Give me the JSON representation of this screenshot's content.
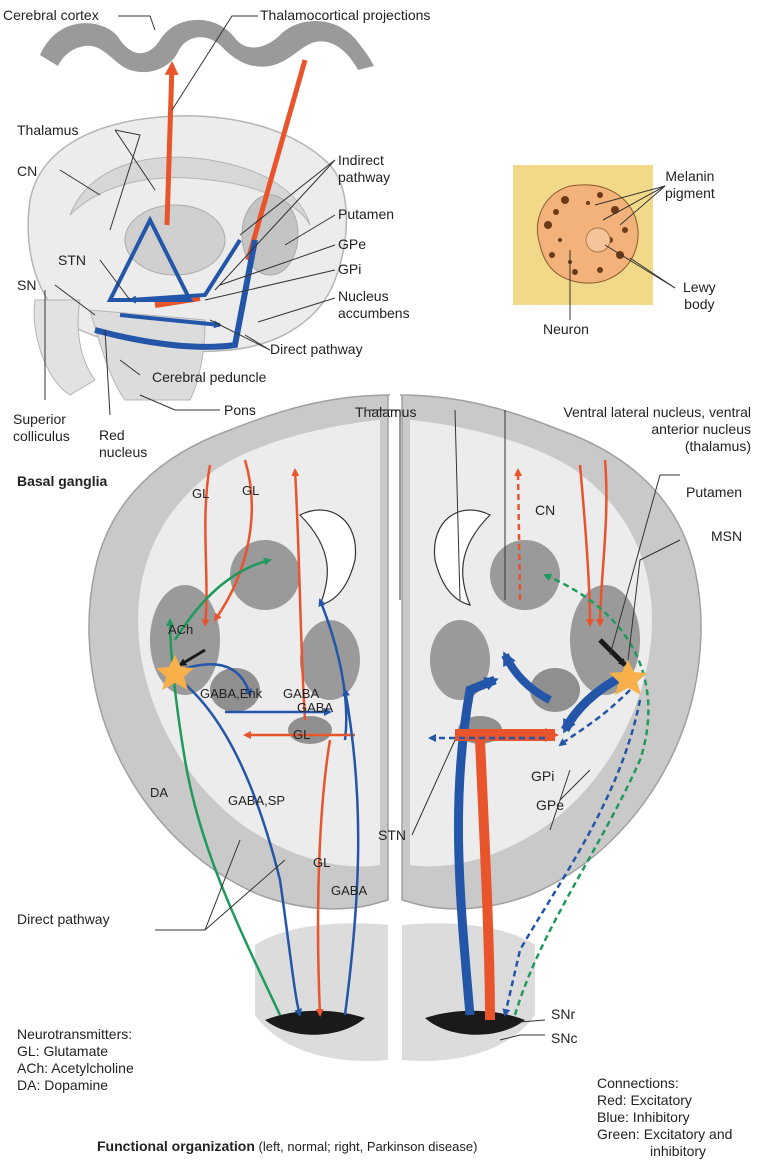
{
  "colors": {
    "excitatory": "#e8552c",
    "inhibitory": "#2356a8",
    "mixed": "#1f9a5c",
    "black": "#1a1a1a",
    "brain_gray": "#c8c8c8",
    "gray_matter": "#9a9a9a",
    "nuclei": "#8f8f8f",
    "neuron_bg": "#f2d98a",
    "neuron_body": "#f2b27a",
    "msn": "#f7b04a"
  },
  "top_labels": {
    "cerebral_cortex": "Cerebral cortex",
    "thalamocortical": "Thalamocortical projections",
    "thalamus": "Thalamus",
    "cn": "CN",
    "indirect_pathway": "Indirect\npathway",
    "putamen": "Putamen",
    "gpe": "GPe",
    "gpi": "GPi",
    "nucleus_accumbens": "Nucleus\naccumbens",
    "stn": "STN",
    "sn": "SN",
    "direct_pathway": "Direct pathway",
    "cerebral_peduncle": "Cerebral peduncle",
    "pons": "Pons",
    "superior_colliculus": "Superior\ncolliculus",
    "red_nucleus": "Red\nnucleus",
    "melanin_pigment": "Melanin\npigment",
    "lewy_body": "Lewy\nbody",
    "neuron": "Neuron"
  },
  "section_title": "Basal ganglia",
  "left_labels": {
    "gl1": "GL",
    "gl2": "GL",
    "ach": "ACh",
    "gaba_enk": "GABA,Enk",
    "gaba1": "GABA",
    "gaba2": "GABA",
    "gl3": "GL",
    "da": "DA",
    "gaba_sp": "GABA,SP",
    "gl4": "GL",
    "gaba3": "GABA",
    "direct_pathway": "Direct pathway"
  },
  "right_labels": {
    "thalamus": "Thalamus",
    "vl_va": "Ventral lateral nucleus, ventral\nanterior nucleus\n(thalamus)",
    "putamen": "Putamen",
    "cn": "CN",
    "msn": "MSN",
    "gpi": "GPi",
    "gpe": "GPe",
    "stn": "STN",
    "snr": "SNr",
    "snc": "SNc"
  },
  "neurotransmitters": {
    "title": "Neurotransmitters:",
    "gl": "GL: Glutamate",
    "ach": "ACh: Acetylcholine",
    "da": "DA: Dopamine"
  },
  "connections": {
    "title": "Connections:",
    "red": "Red: Excitatory",
    "blue": "Blue: Inhibitory",
    "green": "Green: Excitatory and",
    "green2": "inhibitory"
  },
  "caption": {
    "bold": "Functional organization",
    "rest": " (left, normal; right, Parkinson disease)"
  }
}
